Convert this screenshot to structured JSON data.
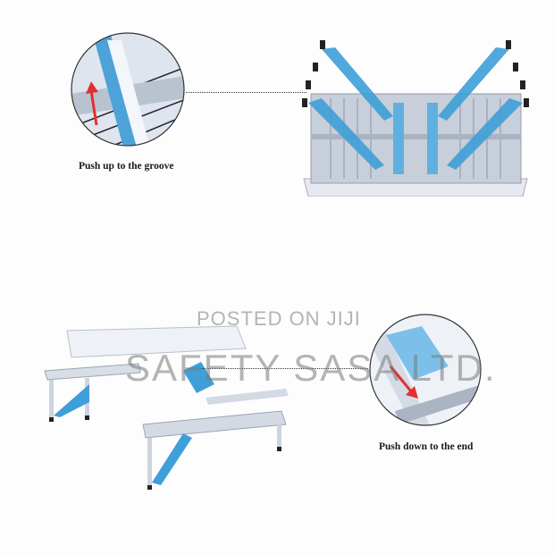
{
  "image": {
    "description": "Foldable aluminum picnic table with attached seats — assembly instructions",
    "background_color": "#fdfdfe",
    "accent_color": "#3f9fd8",
    "arrow_color": "#e23030",
    "metal_color": "#c9d2dc"
  },
  "callouts": [
    {
      "label": "Push up to the groove",
      "arrow_direction": "up"
    },
    {
      "label": "Push down to the end",
      "arrow_direction": "down"
    }
  ],
  "watermark": {
    "line1": "POSTED ON JIJI",
    "line2": "SAFETY SASA LTD."
  },
  "photos": [
    {
      "name": "folded-table-underside",
      "description": "Table upside down with blue leg braces folded"
    },
    {
      "name": "assembled-picnic-table",
      "description": "Table assembled with two bench seats"
    }
  ]
}
